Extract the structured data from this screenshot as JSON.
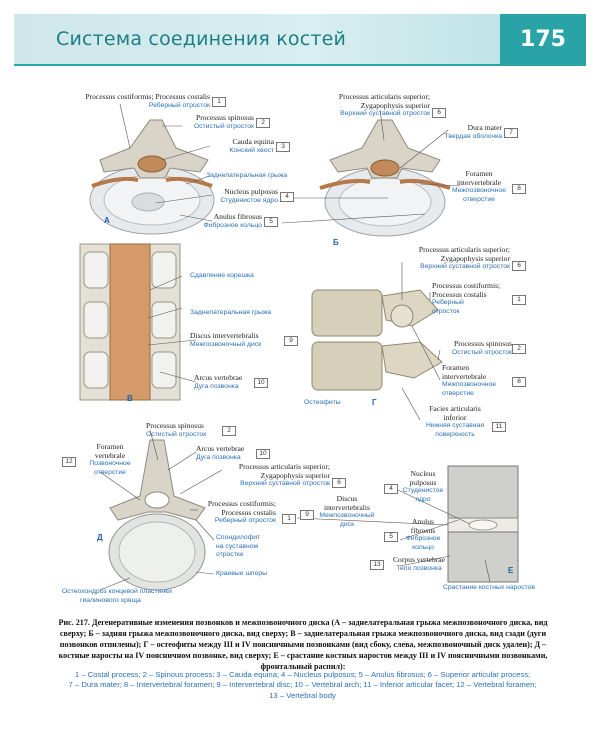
{
  "header": {
    "title": "Система соединения костей",
    "page_number": "175"
  },
  "plates": {
    "a": "А",
    "b": "Б",
    "v": "В",
    "g": "Г",
    "d": "Д",
    "e": "Е"
  },
  "labels": {
    "costal_a": {
      "latin": "Processus costiformis; Processus costalis",
      "ru": "Реберный отросток",
      "num": "1"
    },
    "spinous_a": {
      "latin": "Processus spinosus",
      "ru": "Остистый отросток",
      "num": "2"
    },
    "cauda_a": {
      "latin": "Cauda equina",
      "ru": "Конский хвост",
      "num": "3"
    },
    "posterolat_hernia_a": {
      "ru": "Заднелатеральная грыжа"
    },
    "nucleus_a": {
      "latin": "Nucleus pulposus",
      "ru": "Студенистое ядро",
      "num": "4"
    },
    "anulus_a": {
      "latin": "Anulus fibrosus",
      "ru": "Фиброзное кольцо",
      "num": "5"
    },
    "art_sup_b": {
      "latin1": "Processus articularis superior;",
      "latin2": "Zygapophysis superior",
      "ru": "Верхний суставной отросток",
      "num": "6"
    },
    "dura_b": {
      "latin": "Dura mater",
      "ru": "Твердая оболочка",
      "num": "7"
    },
    "foramen_b": {
      "latin1": "Foramen",
      "latin2": "intervertebrale",
      "ru1": "Межпозвоночное",
      "ru2": "отверстие",
      "num": "8"
    },
    "compress_v": {
      "ru": "Сдавление корешка"
    },
    "hernia_v": {
      "ru": "Заднелатеральная грыжа"
    },
    "disc_v": {
      "latin": "Discus intervertebralis",
      "ru": "Межпозвоночный диск",
      "num": "9"
    },
    "arcus_v": {
      "latin": "Arcus vertebrae",
      "ru": "Дуга позвонка",
      "num": "10"
    },
    "art_sup_g": {
      "latin1": "Processus articularis superior;",
      "latin2": "Zygapophysis superior",
      "ru": "Верхний суставной отросток",
      "num": "6"
    },
    "costal_g": {
      "latin1": "Processus costiformis;",
      "latin2": "Processus costalis",
      "ru1": "Реберный",
      "ru2": "отросток",
      "num": "1"
    },
    "spinous_g": {
      "latin": "Processus spinosus",
      "ru": "Остистый отросток",
      "num": "2"
    },
    "foramen_g": {
      "latin1": "Foramen",
      "latin2": "intervertebrale",
      "ru1": "Межпозвоночное",
      "ru2": "отверстие",
      "num": "8"
    },
    "osteophytes_g": {
      "ru": "Остеофиты"
    },
    "facies_g": {
      "latin1": "Facies articularis",
      "latin2": "inferior",
      "ru1": "Нижняя суставная",
      "ru2": "поверхность",
      "num": "11"
    },
    "spinous_d": {
      "latin": "Processus spinosus",
      "ru": "Остистый отросток",
      "num": "2"
    },
    "foramen_d": {
      "latin1": "Foramen",
      "latin2": "vertebrale",
      "ru1": "Позвоночное",
      "ru2": "отверстие",
      "num": "12"
    },
    "arcus_d": {
      "latin": "Arcus vertebrae",
      "ru": "Дуга позвонка",
      "num": "10"
    },
    "art_sup_d": {
      "latin1": "Processus articularis superior;",
      "latin2": "Zygapophysis superior",
      "ru": "Верхний суставной отросток",
      "num": "6"
    },
    "costal_d": {
      "latin1": "Processus costiformis;",
      "latin2": "Processus costalis",
      "ru": "Реберный отросток",
      "num": "1"
    },
    "spondylophyte_d": {
      "ru1": "Спондилофит",
      "ru2": "на суставном",
      "ru3": "отростке"
    },
    "edge_spurs_d": {
      "ru": "Краевые шпоры"
    },
    "osteochondrosis_d": {
      "ru1": "Остеохондроз концевой пластинки",
      "ru2": "гиалинового хряща"
    },
    "disc_d": {
      "latin1": "Discus",
      "latin2": "intervertebralis",
      "ru1": "Межпозвоночный",
      "ru2": "диск",
      "num": "9"
    },
    "nucleus_e": {
      "latin1": "Nucleus",
      "latin2": "pulposus",
      "ru1": "Студенистое",
      "ru2": "ядро",
      "num": "4"
    },
    "anulus_e": {
      "latin1": "Anulus",
      "latin2": "fibrosus",
      "ru1": "Фиброзное",
      "ru2": "кольцо",
      "num": "5"
    },
    "corpus_e": {
      "latin": "Corpus vertebrae",
      "ru": "Тело позвонка",
      "num": "13"
    },
    "fusion_e": {
      "ru": "Срастание костных наростов"
    }
  },
  "caption": {
    "title": "Рис. 217. Дегенеративные изменения позвонков и межпозвоночного диска (А – заднелатеральная грыжа межпозвоночного диска, вид сверху; Б – задняя грыжа межпозвоночного диска, вид сверху; В – заднелатеральная грыжа межпозвоночного диска, вид сзади (дуги позвонков отпилены); Г – остеофиты между III и IV поясничными позвонками (вид сбоку, слева, межпозвоночный диск удален); Д – костные наросты на IV поясничном позвонке, вид сверху; Е – срастание костных наростов между III и IV поясничными позвонками, фронтальный распил):"
  },
  "legend": [
    "1 – Costal process;",
    "2 – Spinous process;",
    "3 – Cauda equina;",
    "4 – Nucleus pulposus;",
    "5 – Anulus fibrosus;",
    "6 – Superior articular process;",
    "7 – Dura mater;",
    "8 – Intervertebral foramen;",
    "9 – Intervertebral disc;",
    "10 – Vertebral arch;",
    "11 – Inferior articular facet;",
    "12 – Vertebral foramen;",
    "13 – Vertebral body"
  ],
  "colors": {
    "accent": "#2aa3a7",
    "russian_label": "#2a6fb8",
    "bone": "#d8d4c8",
    "nerve": "#c28a5a",
    "disc": "#e9ecee"
  }
}
